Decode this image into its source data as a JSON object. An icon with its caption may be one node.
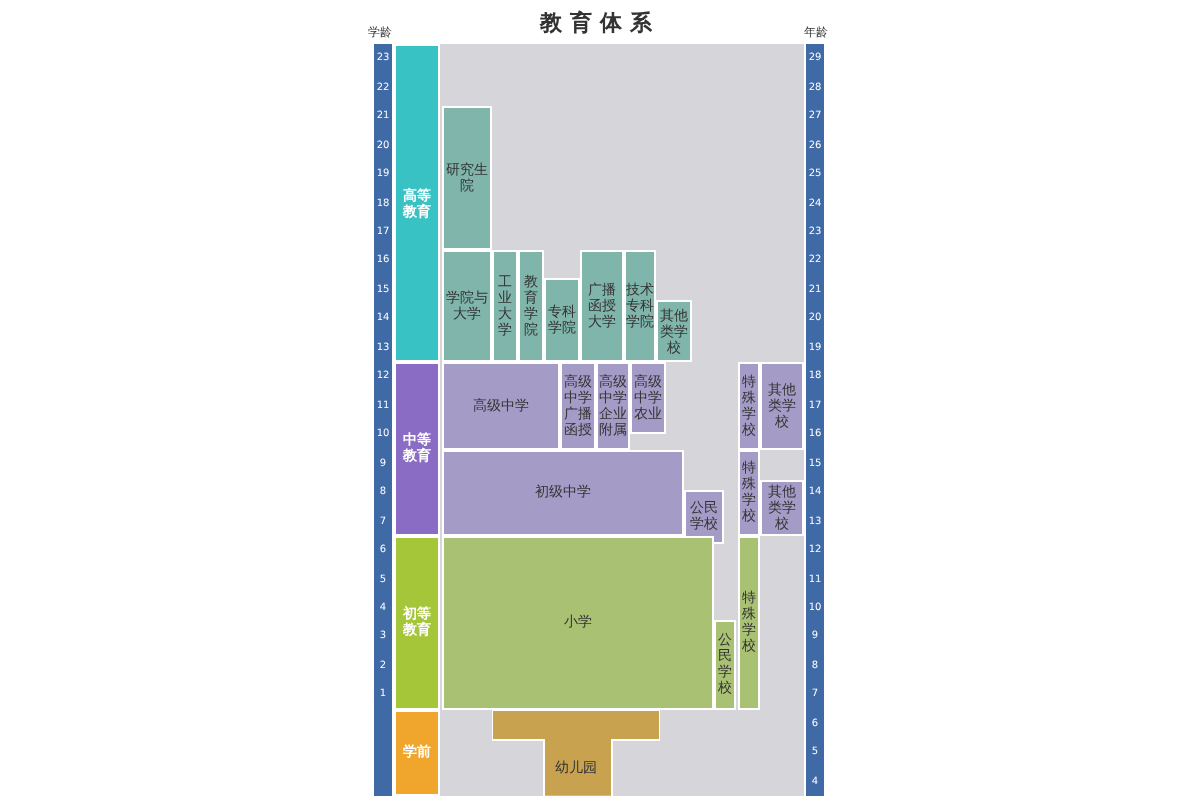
{
  "diagram": {
    "title": "教育体系",
    "nodes": [
      {
        "text": [
          "高等教育"
        ]
      },
      {
        "text": [
          "研究生院"
        ]
      },
      {
        "text": [
          "学院与大学"
        ]
      },
      {
        "text": [
          "工业大学"
        ]
      },
      {
        "text": [
          "教育学院"
        ]
      },
      {
        "text": [
          "专科学院"
        ]
      },
      {
        "text": [
          "广播函授大学"
        ]
      },
      {
        "text": [
          "技术专科学院"
        ]
      },
      {
        "text": [
          "其他类学校"
        ]
      },
      {
        "text": [
          "中等教育"
        ]
      },
      {
        "text": [
          "高级中学"
        ]
      },
      {
        "text": [
          "高级中学广播函授"
        ]
      },
      {
        "text": [
          "高级中学企业附属"
        ]
      },
      {
        "text": [
          "高级中学农业"
        ]
      },
      {
        "text": [
          "特殊学校"
        ]
      },
      {
        "text": [
          "其他类学校"
        ]
      },
      {
        "text": [
          "初级中学"
        ]
      },
      {
        "text": [
          "公民学校"
        ]
      },
      {
        "text": [
          "特殊学校"
        ]
      },
      {
        "text": [
          "其他类学校"
        ]
      },
      {
        "text": [
          "初等教育"
        ]
      },
      {
        "text": [
          "小学"
        ]
      },
      {
        "text": [
          "公民学校"
        ]
      },
      {
        "text": [
          "特殊学校"
        ]
      },
      {
        "text": [
          "学前"
        ]
      },
      {
        "text": [
          "幼儿园"
        ]
      }
    ],
    "labels": [
      "学龄",
      "年龄",
      "23",
      "22",
      "21",
      "20",
      "19",
      "18",
      "17",
      "16",
      "15",
      "14",
      "13",
      "12",
      "11",
      "10",
      "9",
      "8",
      "7",
      "6",
      "5",
      "4",
      "3",
      "2",
      "1",
      "29",
      "28",
      "27",
      "26",
      "25",
      "24",
      "23",
      "22",
      "21",
      "20",
      "19",
      "18",
      "17",
      "16",
      "15",
      "14",
      "13",
      "12",
      "11",
      "10",
      "9",
      "8",
      "7",
      "6",
      "5",
      "4"
    ]
  }
}
